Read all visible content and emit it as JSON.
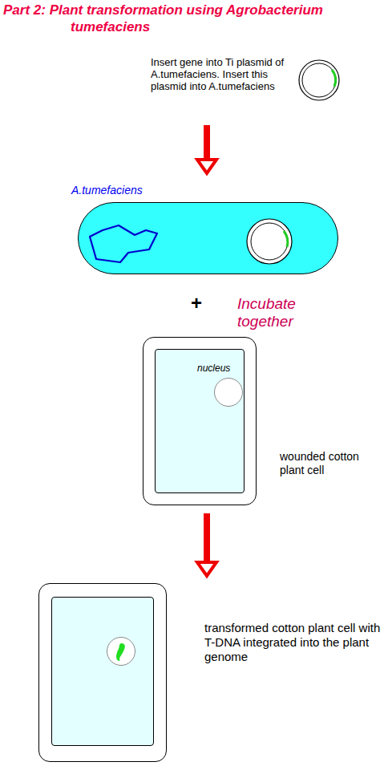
{
  "diagram": {
    "title": "Part 2: Plant transformation using Agrobacterium tumefaciens",
    "nodes": [
      {
        "text": [
          "A.tumefaciens"
        ]
      },
      {
        "text": [
          "wounded cotton plant cell"
        ]
      },
      {
        "text": [
          "nucleus"
        ],
        "in": 1
      },
      {
        "text": [
          "transformed cotton plant cell with T-DNA integrated into the plant genome"
        ]
      }
    ],
    "edges": [
      {
        "from": 1,
        "to": 3,
        "arrow": "to"
      }
    ],
    "labels": [
      "Insert gene into Ti plasmid of A.tumefaciens. Insert this plasmid into A.tumefaciens",
      "+",
      "Incubate together"
    ]
  }
}
